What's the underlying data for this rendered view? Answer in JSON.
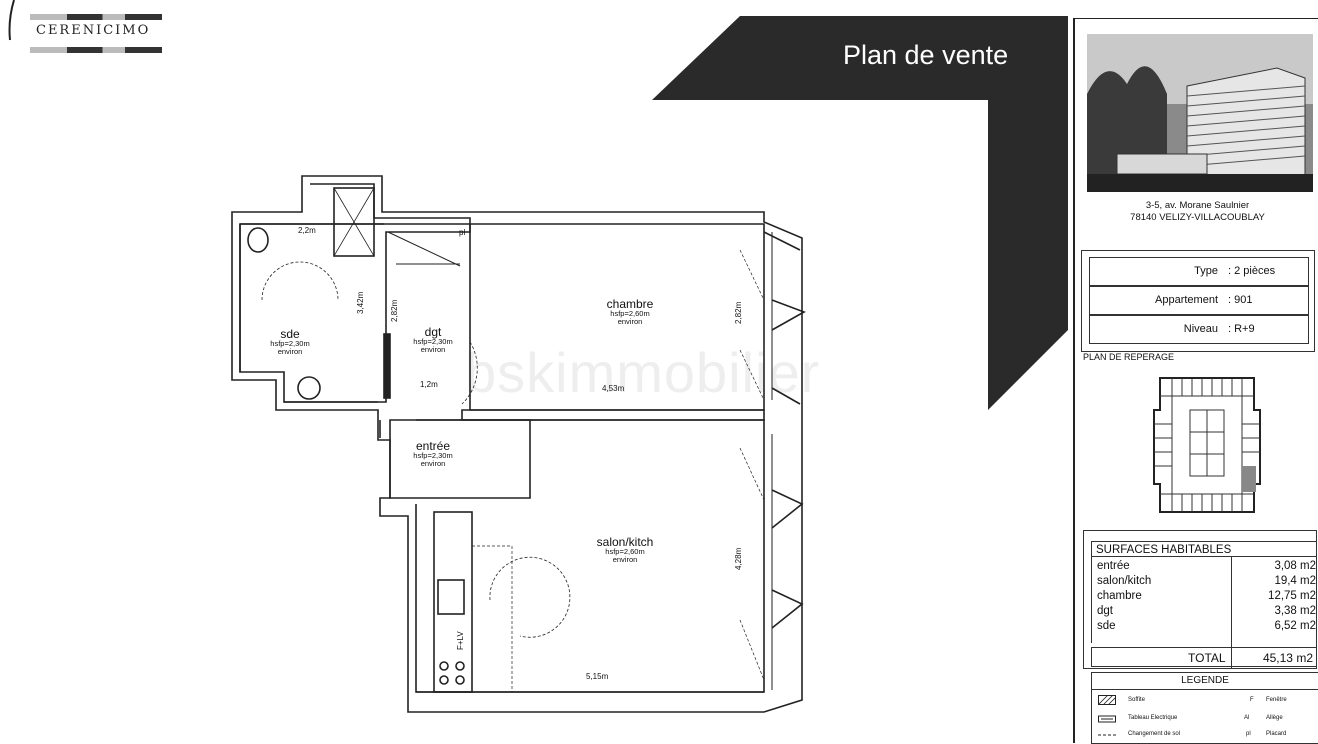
{
  "brand": {
    "name": "CERENICIMO"
  },
  "header": {
    "title": "Plan de vente"
  },
  "address": {
    "line1": "3-5, av. Morane Saulnier",
    "line2": "78140 VELIZY-VILLACOUBLAY"
  },
  "info": [
    {
      "label": "Type",
      "value": ": 2 pièces"
    },
    {
      "label": "Appartement",
      "value": ": 901"
    },
    {
      "label": "Niveau",
      "value": ": R+9"
    }
  ],
  "reperage": {
    "title": "PLAN DE REPERAGE"
  },
  "surfaces": {
    "title": "SURFACES HABITABLES",
    "rows": [
      {
        "name": "entrée",
        "area": "3,08 m2"
      },
      {
        "name": "salon/kitch",
        "area": "19,4 m2"
      },
      {
        "name": "chambre",
        "area": "12,75 m2"
      },
      {
        "name": "dgt",
        "area": "3,38 m2"
      },
      {
        "name": "sde",
        "area": "6,52 m2"
      }
    ],
    "total_label": "TOTAL",
    "total_value": "45,13 m2"
  },
  "legend": {
    "title": "LEGENDE",
    "items": [
      {
        "symbol": "",
        "label": "Soffite",
        "code": "F",
        "code_label": "Fenêtre"
      },
      {
        "symbol": "",
        "label": "Tableau Electrique",
        "code": "Al",
        "code_label": "Allège"
      },
      {
        "symbol": "",
        "label": "Changement de sol",
        "code": "pl",
        "code_label": "Placard"
      }
    ]
  },
  "rooms": {
    "chambre": {
      "name": "chambre",
      "hsfp": "hsfp=2,60m",
      "env": "environ"
    },
    "sde": {
      "name": "sde",
      "hsfp": "hsfp=2,30m",
      "env": "environ"
    },
    "dgt": {
      "name": "dgt",
      "hsfp": "hsfp=2,30m",
      "env": "environ"
    },
    "entree": {
      "name": "entrée",
      "hsfp": "hsfp=2,30m",
      "env": "environ"
    },
    "salon": {
      "name": "salon/kitch",
      "hsfp": "hsfp=2,60m",
      "env": "environ"
    }
  },
  "dimensions": {
    "d1": "2,2m",
    "d2": "3,42m",
    "d3": "2,82m",
    "d4": "2,82m",
    "d5": "4,53m",
    "d6": "1,2m",
    "d7": "4,28m",
    "d8": "5,15m",
    "pl": "pl",
    "flv": "F+LV"
  },
  "watermark": "bskimmobilier"
}
